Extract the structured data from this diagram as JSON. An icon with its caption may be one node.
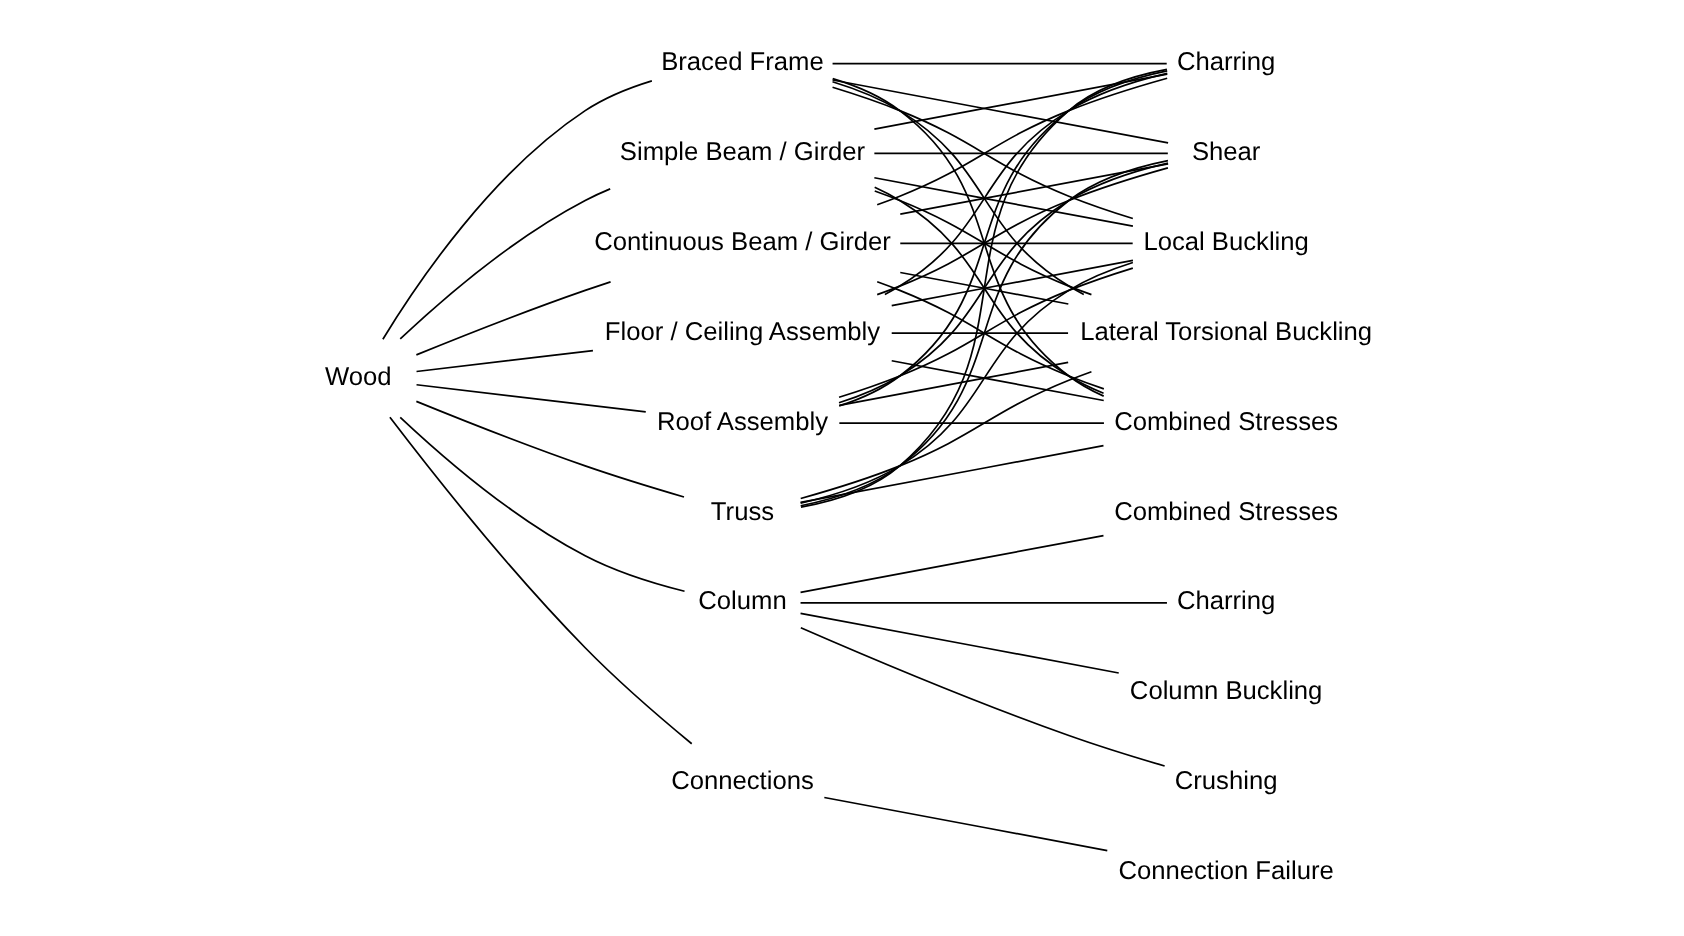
{
  "diagram": {
    "nodes": [
      {
        "text": [
          "Wood"
        ]
      },
      {
        "text": [
          "Braced Frame"
        ]
      },
      {
        "text": [
          "Simple Beam / Girder"
        ]
      },
      {
        "text": [
          "Continuous Beam / Girder"
        ]
      },
      {
        "text": [
          "Floor / Ceiling Assembly"
        ]
      },
      {
        "text": [
          "Roof Assembly"
        ]
      },
      {
        "text": [
          "Truss"
        ]
      },
      {
        "text": [
          "Column"
        ]
      },
      {
        "text": [
          "Connections"
        ]
      },
      {
        "text": [
          "Shear"
        ]
      },
      {
        "text": [
          "Local Buckling"
        ]
      },
      {
        "text": [
          "Lateral Torsional Buckling"
        ]
      },
      {
        "text": [
          "Combined Stresses"
        ]
      },
      {
        "text": [
          "Charring"
        ]
      },
      {
        "text": [
          "Column Buckling"
        ]
      },
      {
        "text": [
          "Crushing"
        ]
      },
      {
        "text": [
          "Combined Stresses"
        ]
      },
      {
        "text": [
          "Charring"
        ]
      },
      {
        "text": [
          "Connection Failure"
        ]
      }
    ],
    "edges": [
      {
        "from": 0,
        "to": 1,
        "arrow": "none"
      },
      {
        "from": 0,
        "to": 2,
        "arrow": "none"
      },
      {
        "from": 0,
        "to": 3,
        "arrow": "none"
      },
      {
        "from": 0,
        "to": 4,
        "arrow": "none"
      },
      {
        "from": 0,
        "to": 5,
        "arrow": "none"
      },
      {
        "from": 0,
        "to": 6,
        "arrow": "none"
      },
      {
        "from": 0,
        "to": 7,
        "arrow": "none"
      },
      {
        "from": 0,
        "to": 8,
        "arrow": "none"
      },
      {
        "from": 1,
        "to": 9,
        "arrow": "none"
      },
      {
        "from": 1,
        "to": 10,
        "arrow": "none"
      },
      {
        "from": 1,
        "to": 11,
        "arrow": "none"
      },
      {
        "from": 1,
        "to": 12,
        "arrow": "none"
      },
      {
        "from": 1,
        "to": 13,
        "arrow": "none"
      },
      {
        "from": 2,
        "to": 9,
        "arrow": "none"
      },
      {
        "from": 2,
        "to": 10,
        "arrow": "none"
      },
      {
        "from": 2,
        "to": 11,
        "arrow": "none"
      },
      {
        "from": 2,
        "to": 12,
        "arrow": "none"
      },
      {
        "from": 2,
        "to": 13,
        "arrow": "none"
      },
      {
        "from": 3,
        "to": 9,
        "arrow": "none"
      },
      {
        "from": 3,
        "to": 10,
        "arrow": "none"
      },
      {
        "from": 3,
        "to": 11,
        "arrow": "none"
      },
      {
        "from": 3,
        "to": 12,
        "arrow": "none"
      },
      {
        "from": 3,
        "to": 13,
        "arrow": "none"
      },
      {
        "from": 4,
        "to": 9,
        "arrow": "none"
      },
      {
        "from": 4,
        "to": 10,
        "arrow": "none"
      },
      {
        "from": 4,
        "to": 11,
        "arrow": "none"
      },
      {
        "from": 4,
        "to": 12,
        "arrow": "none"
      },
      {
        "from": 4,
        "to": 13,
        "arrow": "none"
      },
      {
        "from": 5,
        "to": 9,
        "arrow": "none"
      },
      {
        "from": 5,
        "to": 10,
        "arrow": "none"
      },
      {
        "from": 5,
        "to": 11,
        "arrow": "none"
      },
      {
        "from": 5,
        "to": 12,
        "arrow": "none"
      },
      {
        "from": 5,
        "to": 13,
        "arrow": "none"
      },
      {
        "from": 6,
        "to": 9,
        "arrow": "none"
      },
      {
        "from": 6,
        "to": 10,
        "arrow": "none"
      },
      {
        "from": 6,
        "to": 11,
        "arrow": "none"
      },
      {
        "from": 6,
        "to": 12,
        "arrow": "none"
      },
      {
        "from": 6,
        "to": 13,
        "arrow": "none"
      },
      {
        "from": 7,
        "to": 14,
        "arrow": "none"
      },
      {
        "from": 7,
        "to": 15,
        "arrow": "none"
      },
      {
        "from": 7,
        "to": 16,
        "arrow": "none"
      },
      {
        "from": 7,
        "to": 17,
        "arrow": "none"
      },
      {
        "from": 8,
        "to": 18,
        "arrow": "none"
      }
    ]
  }
}
